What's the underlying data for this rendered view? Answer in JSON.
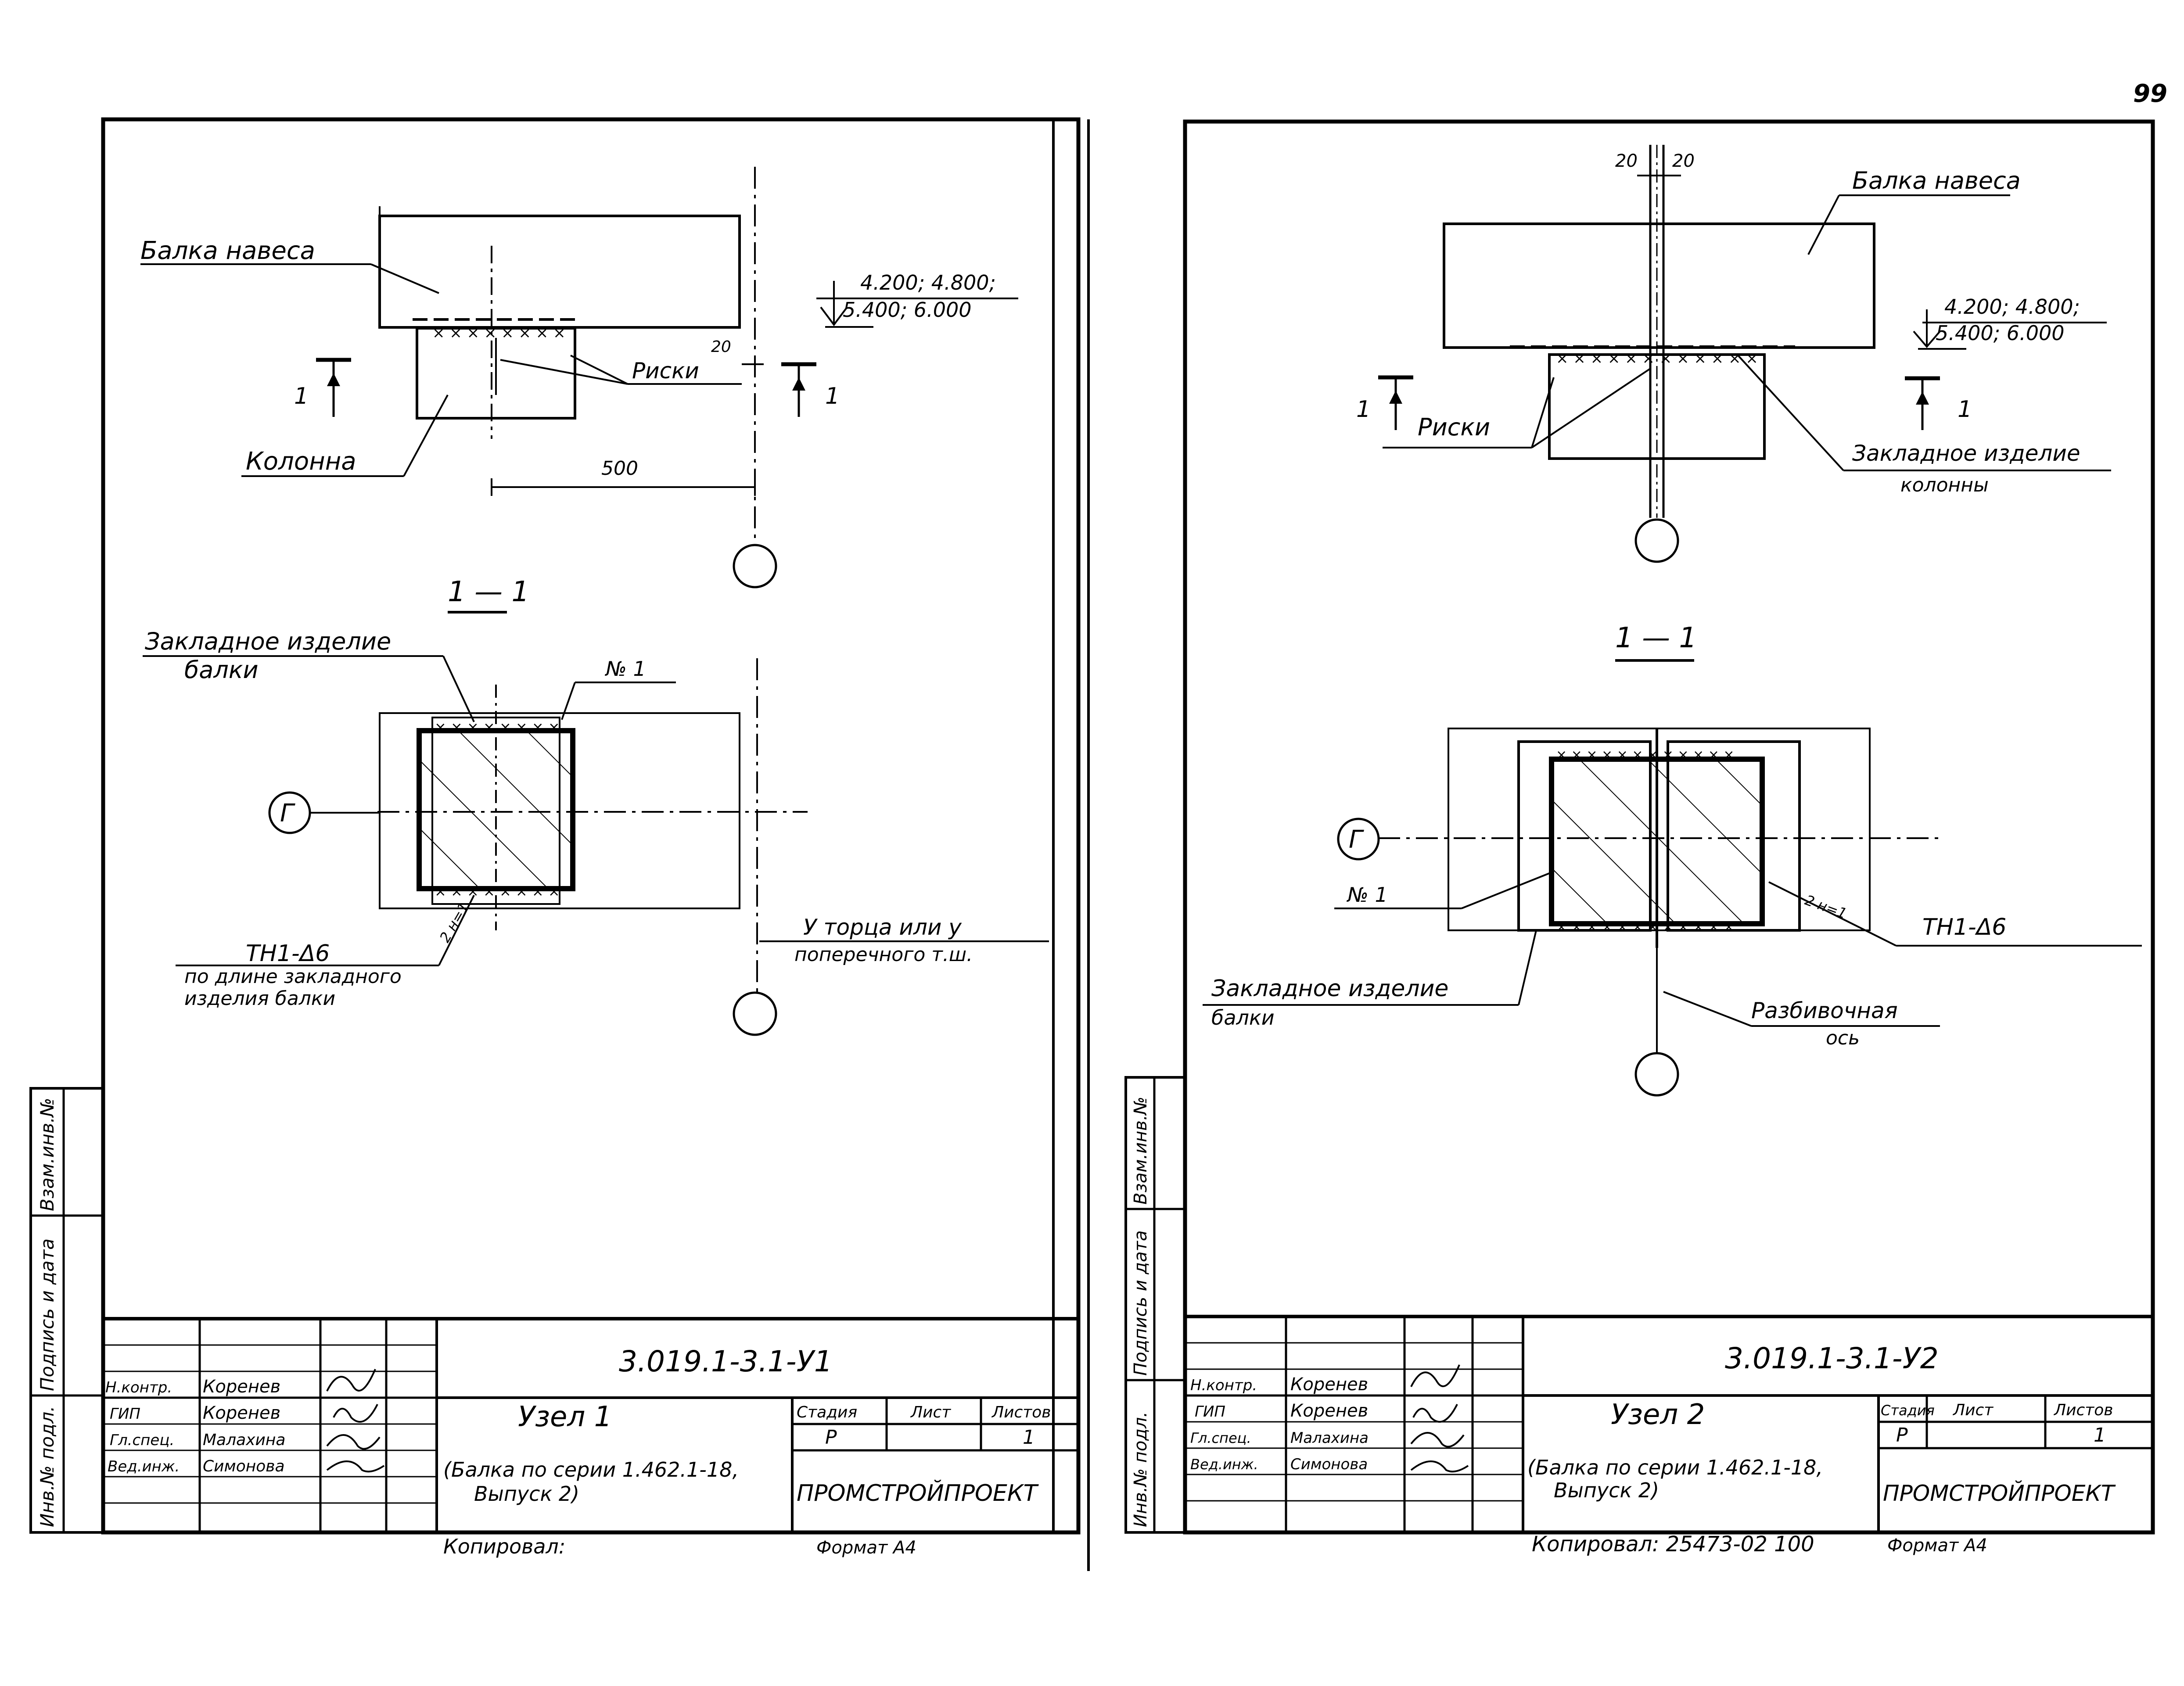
{
  "page_number": "99",
  "left_sheet": {
    "plan": {
      "beam_label": "Балка навеса",
      "marks_label": "Риски",
      "column_label": "Колонна",
      "elevations_line1": "4.200; 4.800;",
      "elevations_line2": "5.400; 6.000",
      "dim_20": "20",
      "dim_500": "500",
      "section_mark": "1"
    },
    "section": {
      "title": "1 — 1",
      "embedded_beam_label_1": "Закладное изделие",
      "embedded_beam_label_2": "балки",
      "item_label": "№ 1",
      "axis_label": "Г",
      "weld_label": "ТН1-Δ6",
      "weld_note_1": "по длине закладного",
      "weld_note_2": "изделия балки",
      "end_note_1": "У торца или у",
      "end_note_2": "поперечного т.ш.",
      "weld_side": "2 н=1"
    },
    "stamp": {
      "doc_code": "3.019.1-3.1-У1",
      "title": "Узел 1",
      "subtitle_1": "(Балка по серии 1.462.1-18,",
      "subtitle_2": "Выпуск 2)",
      "col_stage": "Стадия",
      "col_sheet": "Лист",
      "col_sheets": "Листов",
      "stage_value": "Р",
      "sheets_value": "1",
      "org": "ПРОМСТРОЙПРОЕКТ",
      "roles": [
        "Н.контр.",
        "ГИП",
        "Гл.спец.",
        "Вед.инж."
      ],
      "names": [
        "Коренев",
        "Коренев",
        "Малахина",
        "Симонова"
      ],
      "side_labels": [
        "Инв.№ подл.",
        "Подпись и дата",
        "Взам.инв.№"
      ],
      "copied": "Копировал:",
      "format": "Формат А4"
    }
  },
  "right_sheet": {
    "plan": {
      "beam_label": "Балка навеса",
      "marks_label": "Риски",
      "embedded_col_label_1": "Закладное изделие",
      "embedded_col_label_2": "колонны",
      "elevations_line1": "4.200; 4.800;",
      "elevations_line2": "5.400; 6.000",
      "dim_20a": "20",
      "dim_20b": "20",
      "section_mark": "1"
    },
    "section": {
      "title": "1 — 1",
      "item_label": "№ 1",
      "axis_label": "Г",
      "weld_label": "ТН1-Δ6",
      "weld_side": "2 н=1",
      "embedded_beam_label_1": "Закладное изделие",
      "embedded_beam_label_2": "балки",
      "axis_note_1": "Разбивочная",
      "axis_note_2": "ось"
    },
    "stamp": {
      "doc_code": "3.019.1-3.1-У2",
      "title": "Узел 2",
      "subtitle_1": "(Балка по серии 1.462.1-18,",
      "subtitle_2": "Выпуск 2)",
      "col_stage": "Стадия",
      "col_sheet": "Лист",
      "col_sheets": "Листов",
      "stage_value": "Р",
      "sheets_value": "1",
      "org": "ПРОМСТРОЙПРОЕКТ",
      "roles": [
        "Н.контр.",
        "ГИП",
        "Гл.спец.",
        "Вед.инж."
      ],
      "names": [
        "Коренев",
        "Коренев",
        "Малахина",
        "Симонова"
      ],
      "side_labels": [
        "Инв.№ подл.",
        "Подпись и дата",
        "Взам.инв.№"
      ],
      "copied": "Копировал: 25473-02 100",
      "format": "Формат А4"
    }
  }
}
